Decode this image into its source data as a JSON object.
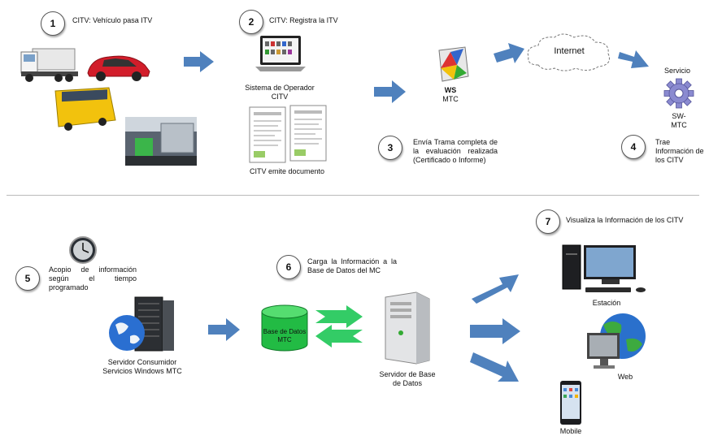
{
  "steps": [
    {
      "num": "1",
      "text": "CITV:  Vehículo pasa ITV"
    },
    {
      "num": "2",
      "text": "CITV: Registra la ITV"
    },
    {
      "num": "3",
      "text": "Envía Trama completa de la evaluación realizada (Certificado o Informe)"
    },
    {
      "num": "4",
      "text": "Trae Información de los CITV"
    },
    {
      "num": "5",
      "text": "Acopio de información según el tiempo programado"
    },
    {
      "num": "6",
      "text": "Carga la Información a la Base de Datos del MC"
    },
    {
      "num": "7",
      "text": "Visualiza la Información de los CITV"
    }
  ],
  "labels": {
    "operator_system": "Sistema de Operador CITV",
    "emits_document": "CITV emite documento",
    "ws": "WS",
    "ws_sub": "MTC",
    "internet": "Internet",
    "servicio": "Servicio",
    "sw_mtc": "SW-\nMTC",
    "consumer_server": "Servidor Consumidor Servicios Windows MTC",
    "database": "Base de Datos MTC",
    "db_server": "Servidor de Base de Datos",
    "estacion": "Estación",
    "web": "Web",
    "mobile": "Mobile"
  },
  "colors": {
    "arrow_blue": "#4f81bd",
    "arrow_green": "#33cc66",
    "db_green": "#22bb44"
  }
}
